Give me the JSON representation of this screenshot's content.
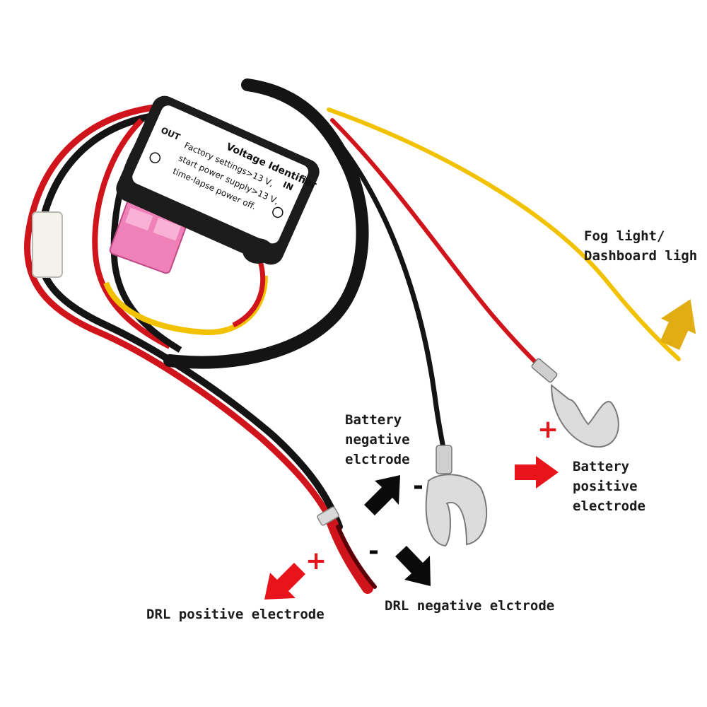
{
  "module": {
    "title": "Voltage Identifier",
    "settings_line": "Factory settings>13 V,",
    "start_line": "start power supply>13 V,",
    "delay_line": "time-lapse power off.",
    "out_label": "OUT",
    "in_label": "IN"
  },
  "labels": {
    "fog_light": [
      "Fog light/",
      "Dashboard ligh"
    ],
    "battery_negative": [
      "Battery",
      "negative",
      "elctrode"
    ],
    "battery_positive": [
      "Battery",
      "positive",
      "electrode"
    ],
    "drl_positive": "DRL positive electrode",
    "drl_negative": "DRL negative elctrode"
  },
  "signs": {
    "plus": "+",
    "minus": "-"
  },
  "colors": {
    "red_wire": "#d0141c",
    "black_wire": "#141414",
    "yellow_wire": "#f2c200",
    "arrow_red": "#e8141c",
    "arrow_black": "#0a0a0a",
    "arrow_gold": "#e2ad12",
    "fuse": "#f080b8"
  }
}
